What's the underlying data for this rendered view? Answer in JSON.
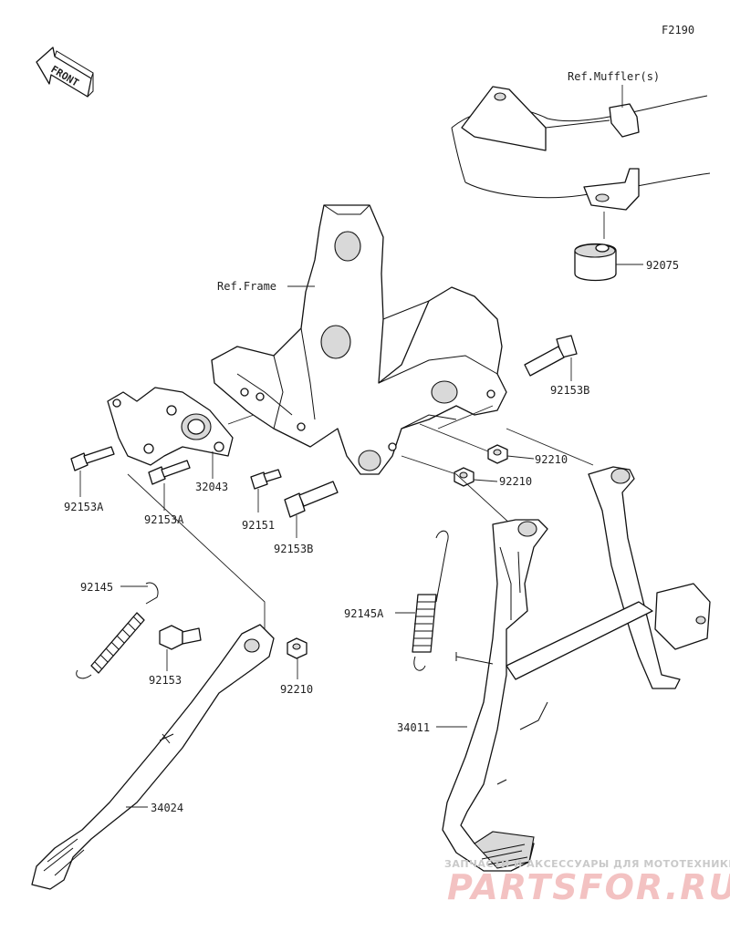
{
  "figure_code": "F2190",
  "front_label": "FRONT",
  "refs": {
    "muffler": "Ref.Muffler(s)",
    "frame": "Ref.Frame"
  },
  "callouts": {
    "c92075": "92075",
    "c92153B_top": "92153B",
    "c92210_a": "92210",
    "c92210_b": "92210",
    "c92153A_left": "92153A",
    "c92153A_mid": "92153A",
    "c32043": "32043",
    "c92151": "92151",
    "c92153B_bottom": "92153B",
    "c92145": "92145",
    "c92145A": "92145A",
    "c92153": "92153",
    "c92210_c": "92210",
    "c34011": "34011",
    "c34024": "34024"
  },
  "watermark": {
    "tagline": "ЗАПЧАСТИ И АКСЕССУАРЫ ДЛЯ МОТОТЕХНИКИ",
    "brand": "PARTSFOR.RU"
  }
}
